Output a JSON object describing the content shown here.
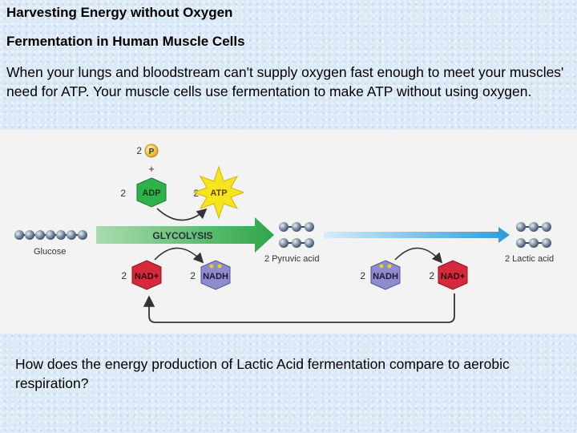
{
  "title": "Harvesting Energy without Oxygen",
  "subtitle": "Fermentation in Human Muscle Cells",
  "intro": "When your lungs and bloodstream can't supply oxygen fast enough to meet your muscles' need for ATP.  Your muscle cells use fermentation to make ATP without using oxygen.",
  "diagram": {
    "p_coef": "2",
    "p_label": "P",
    "plus": "+",
    "adp_coef": "2",
    "adp_label": "ADP",
    "atp_coef": "2",
    "atp_label": "ATP",
    "glycolysis_label": "GLYCOLYSIS",
    "glucose_label": "Glucose",
    "pyruvic_label": "2 Pyruvic acid",
    "lactic_label": "2 Lactic acid",
    "nad_left_coef": "2",
    "nad_left_label": "NAD+",
    "nadh_left_coef": "2",
    "nadh_left_label": "NADH",
    "nadh_right_coef": "2",
    "nadh_right_label": "NADH",
    "nad_right_coef": "2",
    "nad_right_label": "NAD+",
    "colors": {
      "adp": "#2eb24a",
      "atp": "#f7e41c",
      "phosphate": "#f5c82e",
      "nad": "#d42a3c",
      "nadh": "#8e8ccd",
      "glycolysis_arrow": "#3fae49",
      "fermentation_arrow": "#3aa6dd",
      "molecule": "#6e7f94"
    }
  },
  "question": "How does the energy production of Lactic Acid fermentation compare to aerobic respiration?"
}
